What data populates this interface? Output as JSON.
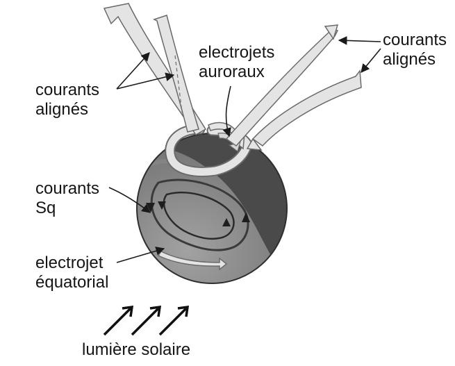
{
  "labels": {
    "courants_alignes_left": {
      "line1": "courants",
      "line2": "alignés"
    },
    "courants_alignes_right": {
      "line1": "courants",
      "line2": "alignés"
    },
    "electrojets_auroraux": {
      "line1": "electrojets",
      "line2": "auroraux"
    },
    "courants_sq": {
      "line1": "courants",
      "line2": "Sq"
    },
    "electrojet_equatorial": {
      "line1": "electrojet",
      "line2": "équatorial"
    },
    "lumiere_solaire": "lumière solaire"
  },
  "colors": {
    "night_side": "#4a4a4a",
    "day_side": "#8a8a8a",
    "current_band_fill": "#e4e4e4",
    "current_band_edge": "#6a6a6a",
    "text": "#151515"
  }
}
